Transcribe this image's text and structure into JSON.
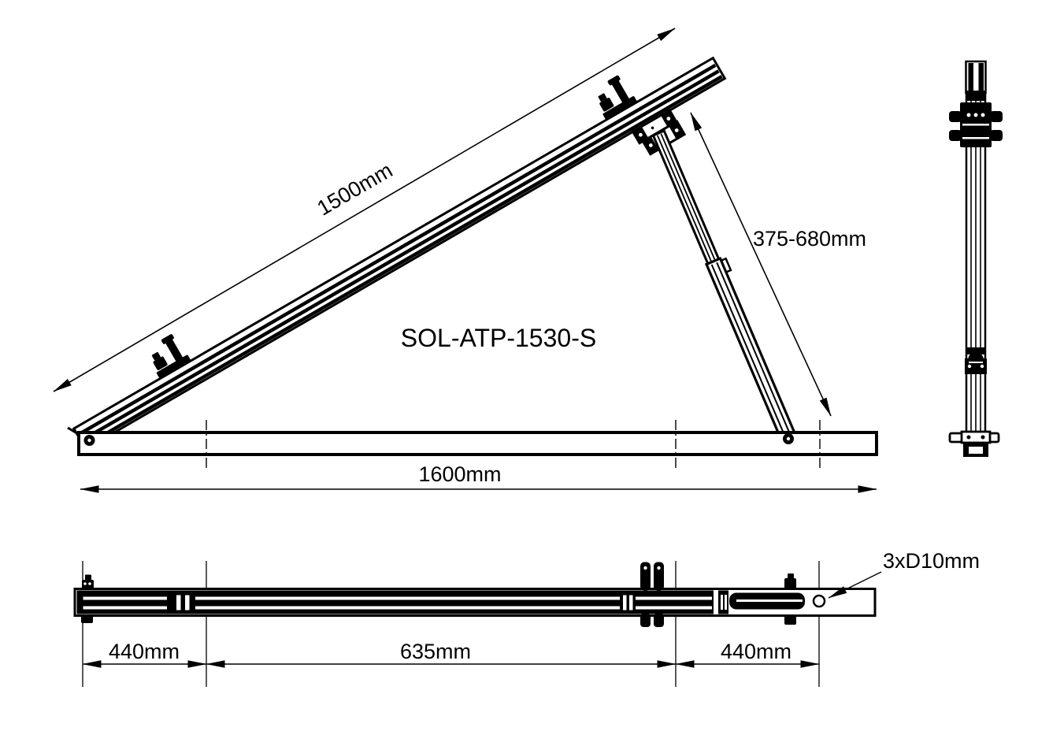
{
  "colors": {
    "background": "#ffffff",
    "line": "#000000"
  },
  "main_view": {
    "model_label": "SOL-ATP-1530-S",
    "rail_length": "1500mm",
    "leg_adjust_range": "375-680mm",
    "base_length": "1600mm"
  },
  "plan_view": {
    "segment_left": "440mm",
    "segment_middle": "635mm",
    "segment_right": "440mm",
    "hole_callout": "3xD10mm"
  }
}
